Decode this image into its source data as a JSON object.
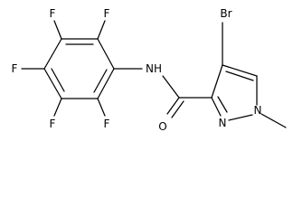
{
  "molecule": {
    "atoms": {
      "f_top_left": "F",
      "f_top_right": "F",
      "f_left": "F",
      "f_bottom_left": "F",
      "f_bottom_right": "F",
      "amide_nh": "NH",
      "amide_o": "O",
      "bromine": "Br",
      "pyrazole_n1": "N",
      "pyrazole_n2": "N"
    }
  }
}
